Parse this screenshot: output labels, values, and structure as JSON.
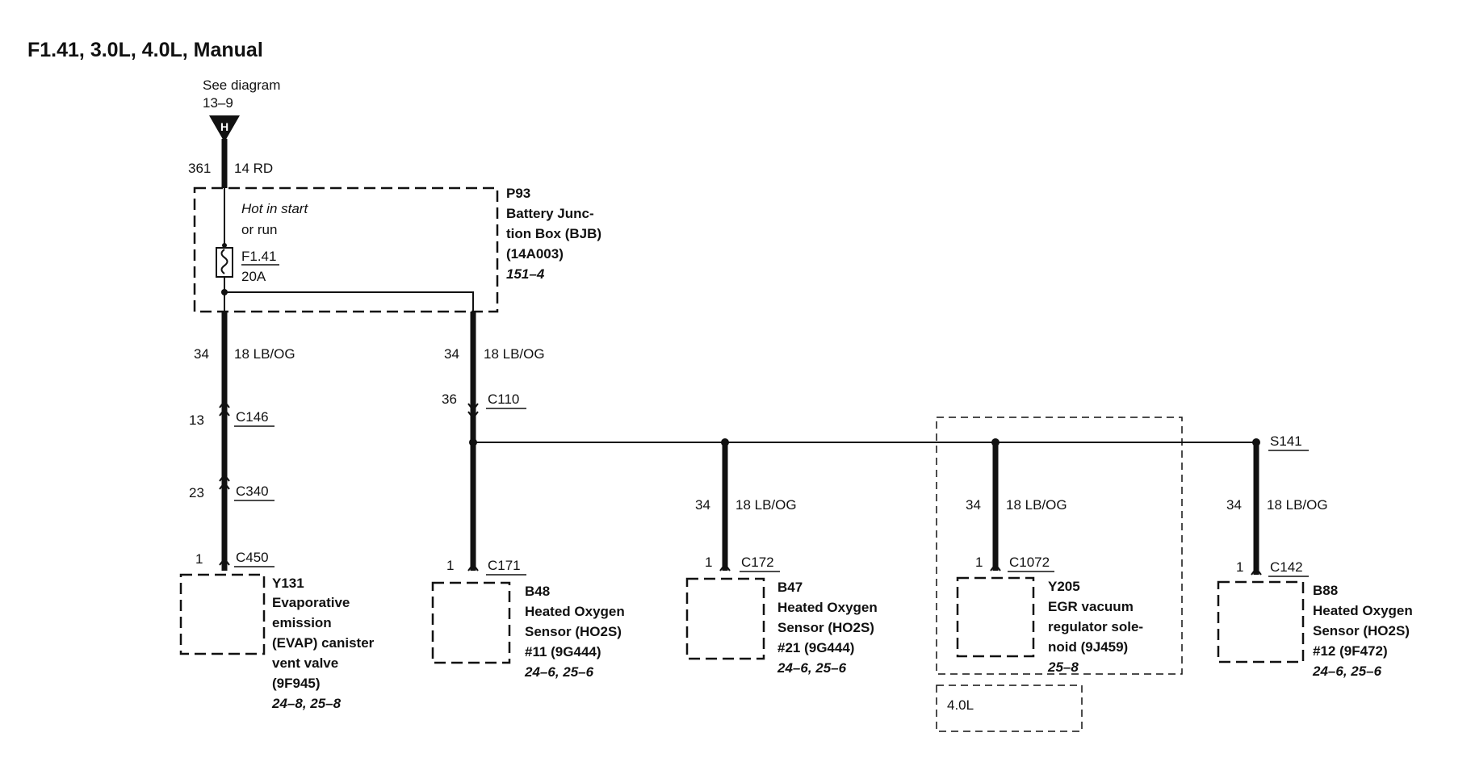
{
  "title": "F1.41, 3.0L, 4.0L, Manual",
  "source": {
    "see": "See diagram",
    "ref": "13–9",
    "symbol": "H"
  },
  "main": {
    "circuit": "361",
    "wire": "14 RD"
  },
  "bjb": {
    "id": "P93",
    "name1": "Battery Junc-",
    "name2": "tion Box (BJB)",
    "part": "(14A003)",
    "ref": "151–4",
    "note1": "Hot in start",
    "note2": "or run",
    "fuse": "F1.41",
    "rating": "20A"
  },
  "left": {
    "circuit": "34",
    "wire": "18 LB/OG",
    "c146_pin": "13",
    "c146": "C146",
    "c340_pin": "23",
    "c340": "C340",
    "c450_pin": "1",
    "c450": "C450"
  },
  "mid": {
    "circuit": "34",
    "wire": "18 LB/OG",
    "c110_pin": "36",
    "c110": "C110"
  },
  "branches": [
    {
      "circuit": "34",
      "wire": "18 LB/OG",
      "pin": "1",
      "connector": "C171"
    },
    {
      "circuit": "34",
      "wire": "18 LB/OG",
      "pin": "1",
      "connector": "C172"
    },
    {
      "circuit": "34",
      "wire": "18 LB/OG",
      "pin": "1",
      "connector": "C1072"
    },
    {
      "circuit": "34",
      "wire": "18 LB/OG",
      "pin": "1",
      "connector": "C142"
    }
  ],
  "splice": "S141",
  "engine_note": "4.0L",
  "components": {
    "y131": {
      "id": "Y131",
      "l1": "Evaporative",
      "l2": "emission",
      "l3": "(EVAP) canister",
      "l4": "vent valve",
      "l5": "(9F945)",
      "ref": "24–8, 25–8"
    },
    "b48": {
      "id": "B48",
      "l1": "Heated Oxygen",
      "l2": "Sensor (HO2S)",
      "l3": "#11 (9G444)",
      "ref": "24–6, 25–6"
    },
    "b47": {
      "id": "B47",
      "l1": "Heated Oxygen",
      "l2": "Sensor (HO2S)",
      "l3": "#21 (9G444)",
      "ref": "24–6, 25–6"
    },
    "y205": {
      "id": "Y205",
      "l1": "EGR vacuum",
      "l2": "regulator sole-",
      "l3": "noid (9J459)",
      "ref": "25–8"
    },
    "b88": {
      "id": "B88",
      "l1": "Heated Oxygen",
      "l2": "Sensor (HO2S)",
      "l3": "#12 (9F472)",
      "ref": "24–6, 25–6"
    }
  }
}
